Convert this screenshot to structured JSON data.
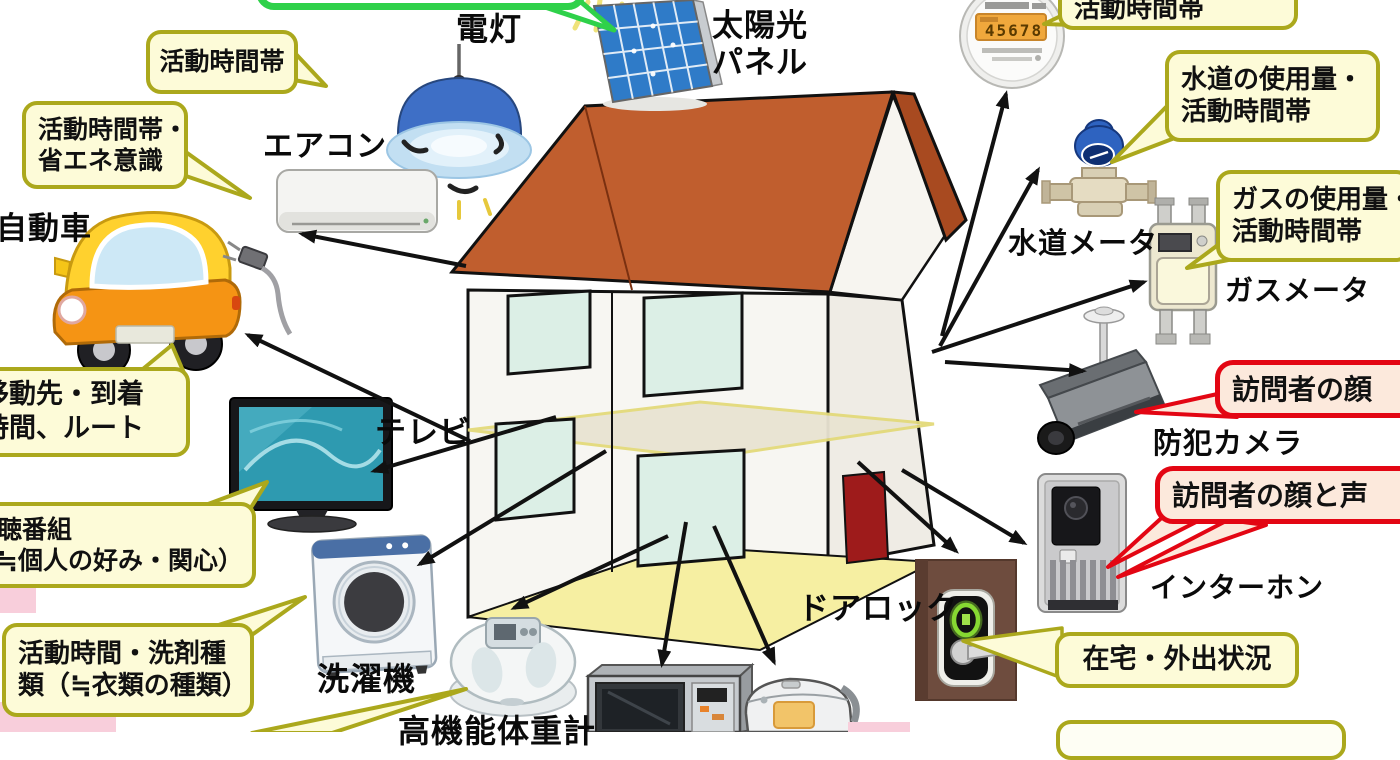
{
  "diagram_title_visible": "",
  "devices": {
    "lamp": {
      "label": "電灯"
    },
    "solar_panel": {
      "label_line1": "太陽光",
      "label_line2": "パネル"
    },
    "aircon": {
      "label": "エアコン"
    },
    "car": {
      "label": "自動車"
    },
    "tv": {
      "label": "テレビ"
    },
    "washer": {
      "label": "洗濯機"
    },
    "scale": {
      "label": "高機能体重計"
    },
    "door_lock": {
      "label": "ドアロック"
    },
    "water_meter": {
      "label": "水道メータ"
    },
    "gas_meter": {
      "label": "ガスメータ"
    },
    "security_camera": {
      "label": "防犯カメラ"
    },
    "intercom": {
      "label": "インターホン"
    },
    "smart_meter": {
      "display_value": "45678"
    }
  },
  "callouts": {
    "light": {
      "text": "活動時間帯"
    },
    "aircon": {
      "line1": "活動時間帯・",
      "line2": "省エネ意識"
    },
    "car": {
      "line1": "移動先・到着",
      "line2": "時間、ルート"
    },
    "tv": {
      "line1": "視聴番組",
      "line2": "（≒個人の好み・関心）"
    },
    "washer": {
      "line1": "活動時間・洗剤種",
      "line2": "類（≒衣類の種類）"
    },
    "smart_meter": {
      "text": "活動時間帯"
    },
    "water_meter": {
      "line1": "水道の使用量・",
      "line2": "活動時間帯"
    },
    "gas_meter": {
      "line1": "ガスの使用量・",
      "line2": "活動時間帯"
    },
    "camera": {
      "text": "訪問者の顔"
    },
    "intercom": {
      "text": "訪問者の顔と声"
    },
    "door_lock": {
      "text": "在宅・外出状況"
    }
  },
  "colors": {
    "callout_yellow_bg": "#FDFBD8",
    "callout_yellow_border": "#ABA81C",
    "callout_red_bg": "#FCE9DC",
    "callout_red_border": "#E30613",
    "callout_green_border": "#2FD14A",
    "arrow": "#111111",
    "roof": "#C05E2E",
    "door": "#9E1B1B",
    "floor_yellow": "#F6EFA2",
    "meter_lcd": "#F0A83C"
  }
}
